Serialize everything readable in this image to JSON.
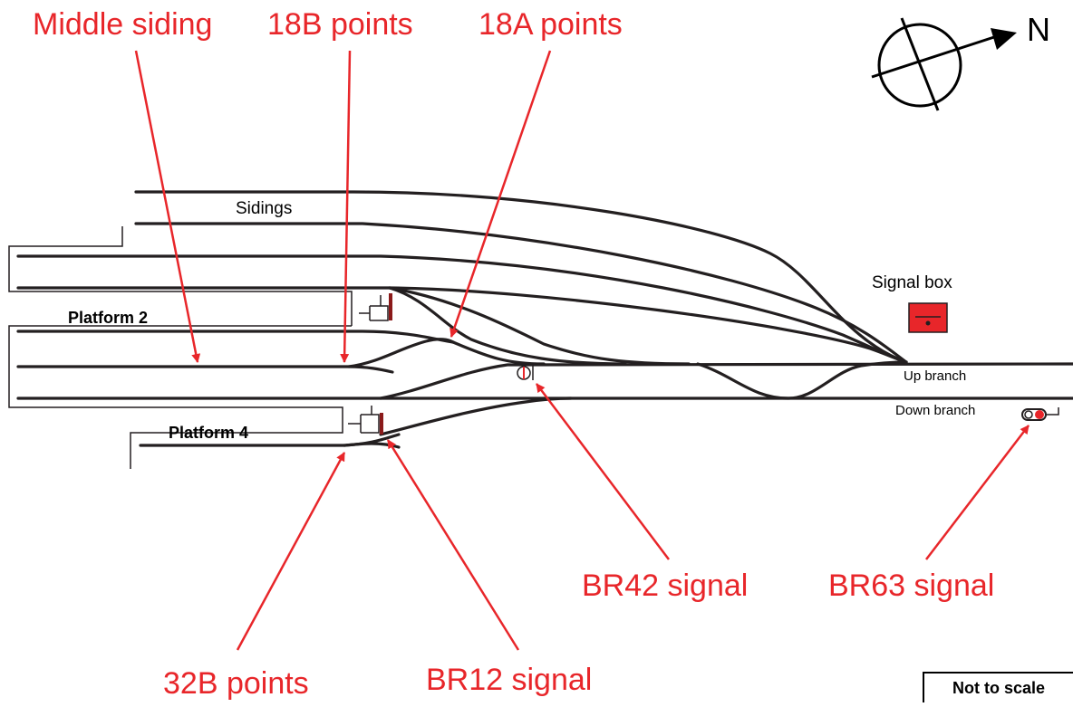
{
  "callouts": {
    "middle_siding": "Middle siding",
    "points_18b": "18B points",
    "points_18a": "18A points",
    "signal_br42": "BR42 signal",
    "signal_br63": "BR63 signal",
    "points_32b": "32B points",
    "signal_br12": "BR12 signal"
  },
  "labels": {
    "sidings": "Sidings",
    "platform_2": "Platform 2",
    "platform_4": "Platform 4",
    "signal_box": "Signal box",
    "up_branch": "Up branch",
    "down_branch": "Down branch"
  },
  "compass": {
    "north": "N"
  },
  "footer": {
    "scale_note": "Not to scale"
  },
  "colors": {
    "callout": "#e8262a",
    "track": "#231f20",
    "signal_box": "#e8262a"
  }
}
